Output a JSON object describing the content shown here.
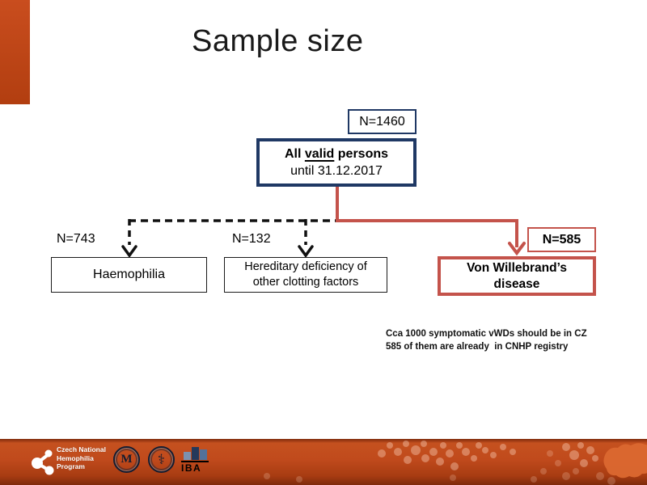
{
  "slide": {
    "title": "Sample size"
  },
  "colors": {
    "accent_orange": "#C04A1C",
    "box_navy": "#1F3864",
    "box_red": "#C4534B"
  },
  "flowchart": {
    "total": {
      "count": "N=1460"
    },
    "root": {
      "line1_pre": "All ",
      "line1_underline": "valid",
      "line1_post": " persons",
      "line2": "until 31.12.2017"
    },
    "branches": [
      {
        "count": "N=743",
        "label": "Haemophilia"
      },
      {
        "count": "N=132",
        "label_line1": "Hereditary deficiency of",
        "label_line2": "other clotting factors"
      },
      {
        "count": "N=585",
        "label_line1": "Von Willebrand’s",
        "label_line2": "disease"
      }
    ]
  },
  "annotation": {
    "line1": "Cca 1000 symptomatic vWDs should be in CZ",
    "line2": "585 of them are already  in CNHP registry"
  },
  "footer": {
    "cnhp": {
      "line1": "Czech National",
      "line2": "Hemophilia",
      "line3": "Program"
    },
    "iba": {
      "label": "IBA"
    },
    "icons": {
      "university_seal_glyph": "M",
      "medical_seal_glyph": "⚕"
    }
  }
}
